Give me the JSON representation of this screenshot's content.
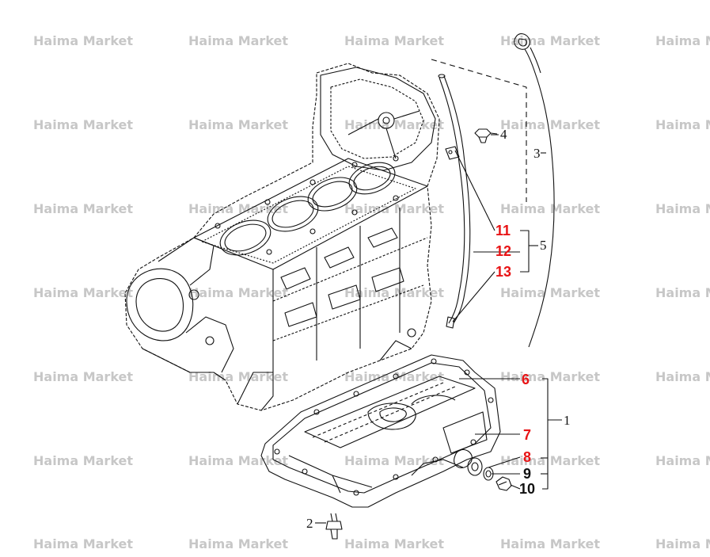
{
  "watermark": {
    "text": "Haima Market"
  },
  "colors": {
    "highlight": "#e81416",
    "line": "#111111",
    "watermark": "#c7c7c7"
  },
  "callouts": {
    "c1": "1",
    "c2": "2",
    "c3": "3",
    "c4": "4",
    "c5": "5",
    "c6": "6",
    "c7": "7",
    "c8": "8",
    "c9": "9",
    "c10": "10",
    "c11": "11",
    "c12": "12",
    "c13": "13"
  }
}
